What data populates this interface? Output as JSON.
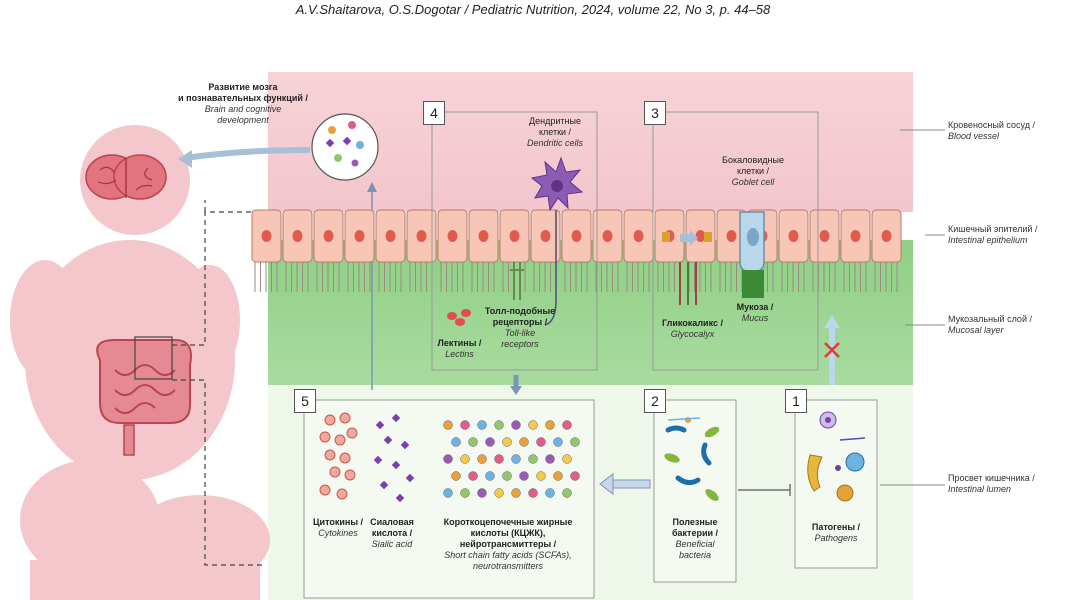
{
  "header": {
    "citation": "A.V.Shaitarova, O.S.Dogotar / Pediatric Nutrition, 2024, volume 22, No 3, p. 44–58"
  },
  "right_labels": [
    {
      "ru": "Кровеносный сосуд /",
      "en": "Blood vessel"
    },
    {
      "ru": "Кишечный эпителий /",
      "en": "Intestinal epithelium"
    },
    {
      "ru": "Мукозальный слой /",
      "en": "Mucosal layer"
    },
    {
      "ru": "Просвет кишечника /",
      "en": "Intestinal lumen"
    }
  ],
  "brain_label": {
    "ru1": "Развитие мозга",
    "ru2": "и познавательных функций /",
    "en1": "Brain and cognitive",
    "en2": "development"
  },
  "boxes": {
    "b1": "1",
    "b2": "2",
    "b3": "3",
    "b4": "4",
    "b5": "5"
  },
  "dendritic": {
    "ru1": "Дендритные",
    "ru2": "клетки /",
    "en": "Dendritic cells"
  },
  "goblet": {
    "ru1": "Бокаловидные",
    "ru2": "клетки /",
    "en": "Goblet cell"
  },
  "lectins": {
    "ru": "Лектины /",
    "en": "Lectins"
  },
  "tlr": {
    "ru1": "Толл-подобные",
    "ru2": "рецепторы /",
    "en1": "Toll-like",
    "en2": "receptors"
  },
  "glycocalyx": {
    "ru": "Гликокаликс /",
    "en": "Glycocalyx"
  },
  "mucus": {
    "ru": "Мукоза /",
    "en": "Mucus"
  },
  "cytokines": {
    "ru": "Цитокины /",
    "en": "Cytokines"
  },
  "sialic": {
    "ru1": "Сиаловая",
    "ru2": "кислота /",
    "en": "Sialic acid"
  },
  "scfa": {
    "ru1": "Короткоцепочечные жирные",
    "ru2": "кислоты (КЦЖК),",
    "ru3": "нейротрансмиттеры /",
    "en1": "Short chain fatty acids (SCFAs),",
    "en2": "neurotransmitters"
  },
  "bacteria": {
    "ru1": "Полезные",
    "ru2": "бактерии /",
    "en1": "Beneficial",
    "en2": "bacteria"
  },
  "pathogens": {
    "ru": "Патогены /",
    "en": "Pathogens"
  }
}
